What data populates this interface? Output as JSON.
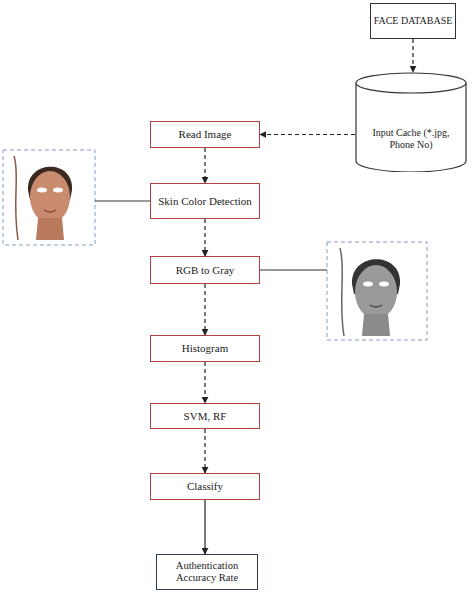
{
  "diagram": {
    "nodes": [
      {
        "text": [
          "FACE DATABASE"
        ]
      },
      {
        "text": [
          "Input Cache (*.jpg, Phone No)"
        ]
      },
      {
        "text": [
          "Read Image"
        ]
      },
      {
        "text": [
          "Skin Color Detection"
        ]
      },
      {
        "text": [
          "RGB to Gray"
        ]
      },
      {
        "text": [
          "Histogram"
        ]
      },
      {
        "text": [
          "SVM, RF"
        ]
      },
      {
        "text": [
          "Classify"
        ]
      },
      {
        "text": [
          "Authentication Accuracy Rate"
        ]
      }
    ],
    "edges": [
      {
        "from": 0,
        "to": 1,
        "arrow": "to"
      },
      {
        "from": 1,
        "to": 2,
        "arrow": "to"
      },
      {
        "from": 2,
        "to": 3,
        "arrow": "to"
      },
      {
        "from": 3,
        "to": 4,
        "arrow": "to"
      },
      {
        "from": 4,
        "to": 5,
        "arrow": "to"
      },
      {
        "from": 5,
        "to": 6,
        "arrow": "to"
      },
      {
        "from": 6,
        "to": 7,
        "arrow": "to"
      },
      {
        "from": 7,
        "to": 8,
        "arrow": "to"
      }
    ]
  }
}
